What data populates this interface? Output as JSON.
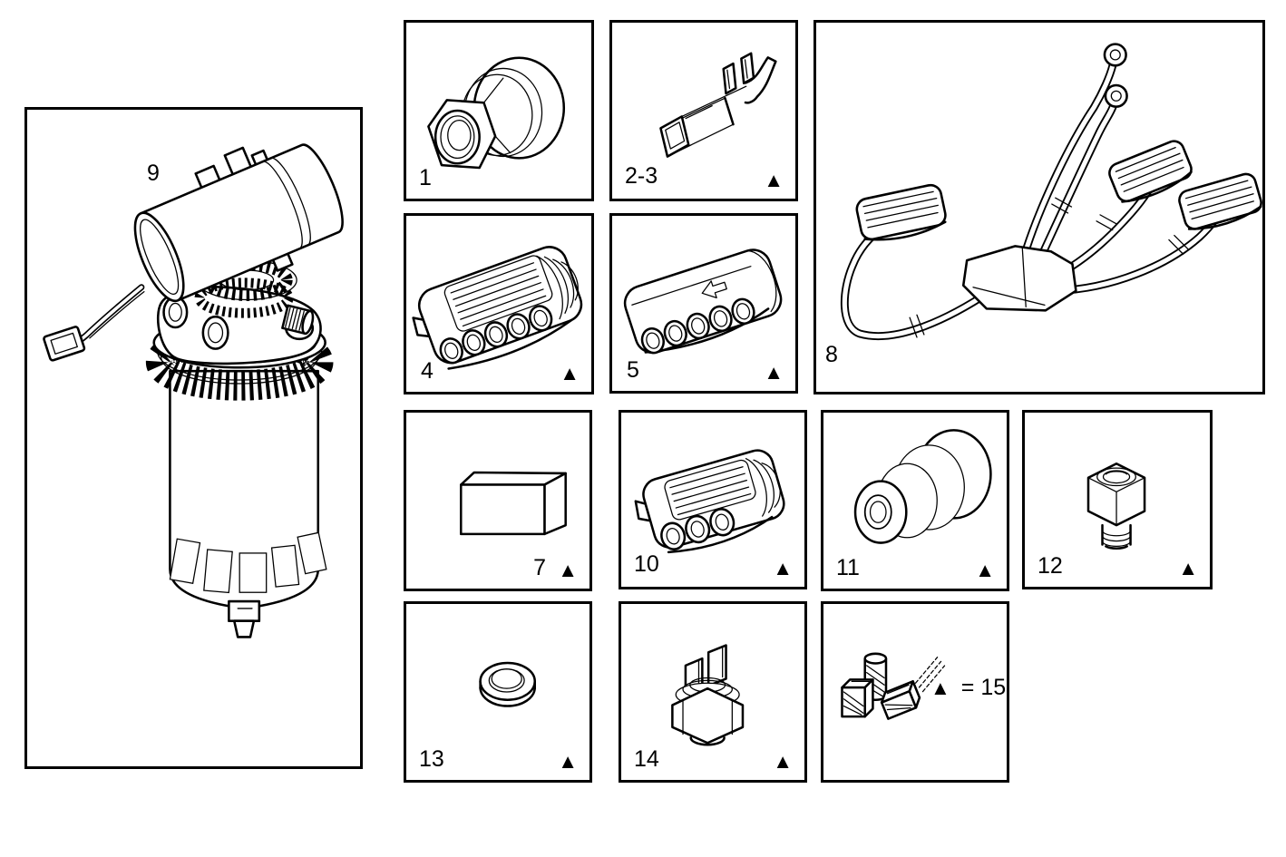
{
  "diagram": {
    "background_color": "#ffffff",
    "line_color": "#000000",
    "markers": {
      "triangle": "▲"
    },
    "kit_note": {
      "symbol": "▲",
      "text": "= 15"
    },
    "panels": [
      {
        "id": "9",
        "label": "9",
        "marker": false,
        "part": "fuel-filter-water-separator-assembly"
      },
      {
        "id": "1",
        "label": "1",
        "marker": false,
        "part": "sensor-gland-nut"
      },
      {
        "id": "2-3",
        "label": "2-3",
        "marker": true,
        "part": "electrical-crimp-terminal"
      },
      {
        "id": "8",
        "label": "8",
        "marker": false,
        "part": "wiring-harness"
      },
      {
        "id": "4",
        "label": "4",
        "marker": true,
        "part": "five-way-connector-with-cover"
      },
      {
        "id": "5",
        "label": "5",
        "marker": true,
        "part": "five-way-connector-housing"
      },
      {
        "id": "7",
        "label": "7",
        "marker": true,
        "part": "protective-cover-box"
      },
      {
        "id": "10",
        "label": "10",
        "marker": true,
        "part": "three-way-connector"
      },
      {
        "id": "11",
        "label": "11",
        "marker": true,
        "part": "cable-seal-grommet"
      },
      {
        "id": "12",
        "label": "12",
        "marker": true,
        "part": "threaded-adapter-nut"
      },
      {
        "id": "13",
        "label": "13",
        "marker": true,
        "part": "sealing-washer"
      },
      {
        "id": "14",
        "label": "14",
        "marker": true,
        "part": "water-in-fuel-sensor"
      },
      {
        "id": "15",
        "label": "15",
        "marker": false,
        "part": "connector-repair-kit"
      }
    ]
  }
}
